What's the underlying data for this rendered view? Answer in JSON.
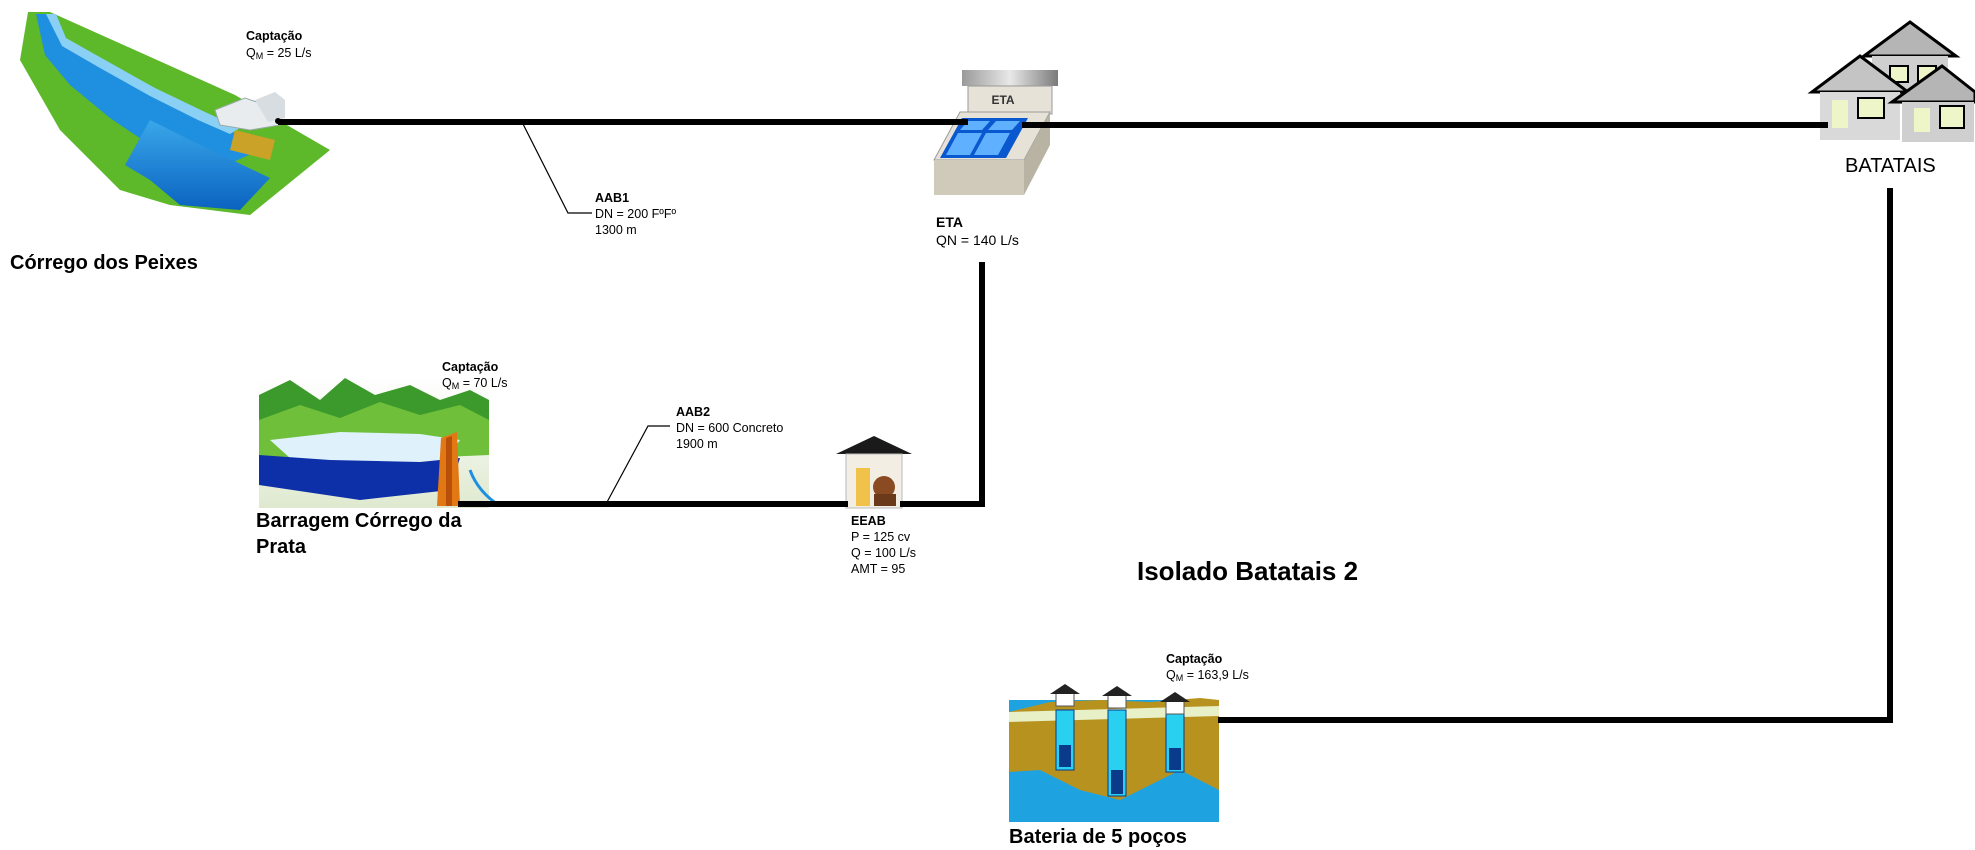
{
  "title": "Isolado Batatais 2",
  "city": "BATATAIS",
  "sources": {
    "corrego_peixes": {
      "name": "Córrego dos Peixes",
      "captacao_label": "Captação",
      "flow_symbol": "Q",
      "flow_sub": "M",
      "flow_value": " = 25 L/s"
    },
    "barragem_prata": {
      "name_line1": "Barragem Córrego da",
      "name_line2": "Prata",
      "captacao_label": "Captação",
      "flow_symbol": "Q",
      "flow_sub": "M",
      "flow_value": " = 70 L/s"
    },
    "bateria_pocos": {
      "name": "Bateria de 5 poços",
      "captacao_label": "Captação",
      "flow_symbol": "Q",
      "flow_sub": "M",
      "flow_value": " = 163,9 L/s"
    }
  },
  "pipes": {
    "aab1": {
      "name": "AAB1",
      "dn": "DN = 200 FºFº",
      "length": "1300 m"
    },
    "aab2": {
      "name": "AAB2",
      "dn": "DN = 600 Concreto",
      "length": "1900 m"
    }
  },
  "eta": {
    "sign": "ETA",
    "name": "ETA",
    "flow": "QN = 140 L/s"
  },
  "eeab": {
    "name": "EEAB",
    "power": "P = 125 cv",
    "flow": "Q = 100 L/s",
    "amt": "AMT = 95"
  },
  "colors": {
    "pipe": "#000000",
    "water": "#1f8fe0",
    "grass": "#5db82a",
    "soil": "#b98a1c"
  }
}
